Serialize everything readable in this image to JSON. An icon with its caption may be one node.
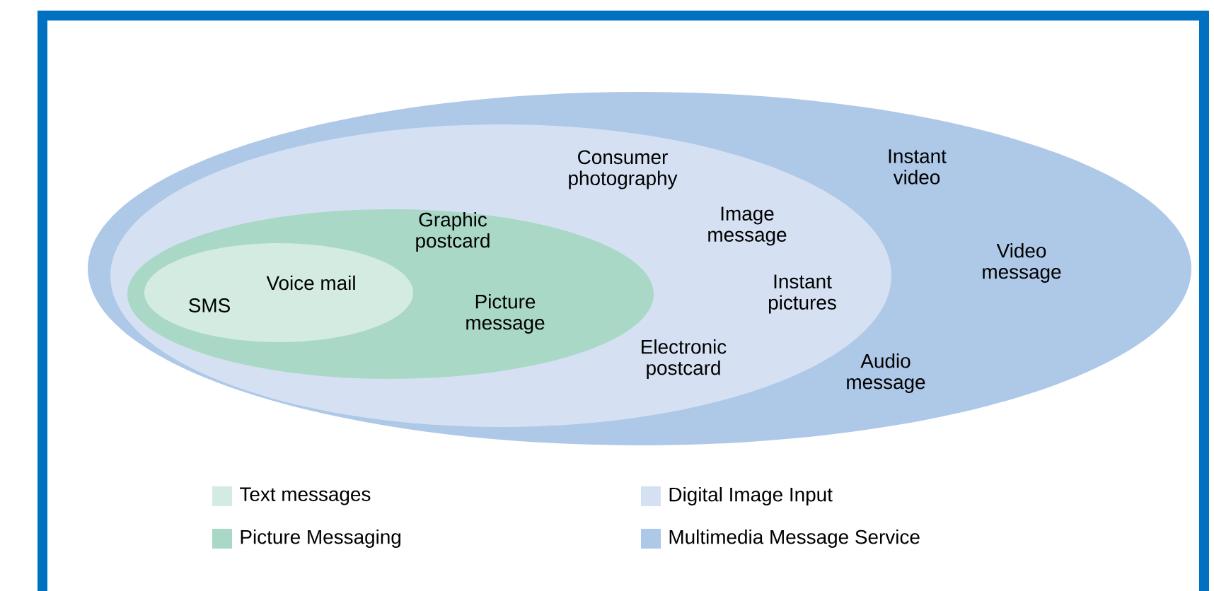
{
  "diagram": {
    "nodes": [
      {
        "text": [
          "Instant video",
          "Video message",
          "Audio message"
        ]
      },
      {
        "text": [
          "Consumer photography",
          "Image message",
          "Instant pictures",
          "Electronic postcard"
        ],
        "in": 0
      },
      {
        "text": [
          "Graphic postcard",
          "Picture message"
        ],
        "in": 1
      },
      {
        "text": [
          "SMS",
          "Voice mail"
        ],
        "in": 2
      }
    ],
    "legend": [
      {
        "text": "Text messages",
        "color": "#d4ebe1"
      },
      {
        "text": "Picture Messaging",
        "color": "#aad8c6"
      },
      {
        "text": "Digital Image Input",
        "color": "#d5e1f2"
      },
      {
        "text": "Multimedia Message Service",
        "color": "#aec8e8"
      }
    ]
  }
}
